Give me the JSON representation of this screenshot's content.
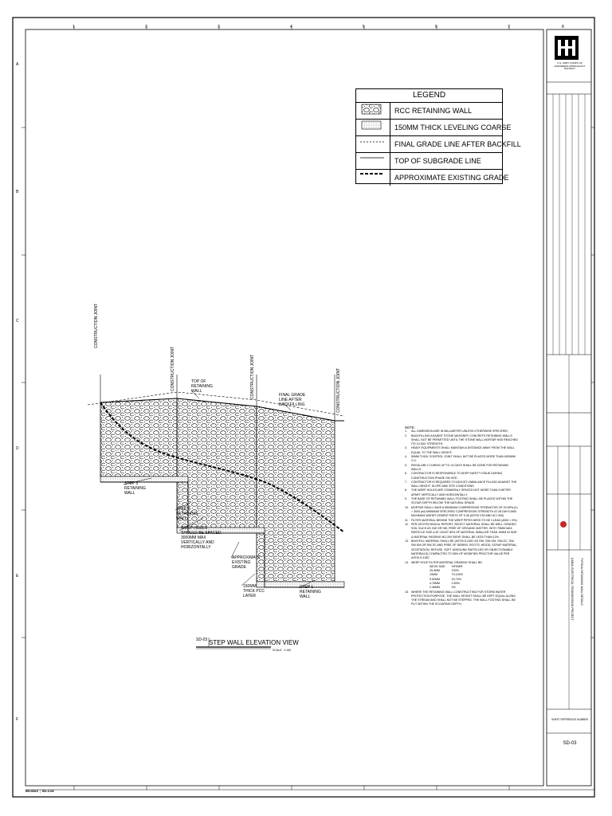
{
  "legend": {
    "title": "LEGEND",
    "items": [
      {
        "symbol": "rcc-hatch",
        "label": "RCC RETAINING WALL"
      },
      {
        "symbol": "dotted-fill",
        "label": "150MM THICK LEVELING COARSE"
      },
      {
        "symbol": "dashed-line",
        "label": "FINAL GRADE LINE AFTER BACKFILL"
      },
      {
        "symbol": "solid-line",
        "label": "TOP OF SUBGRADE LINE"
      },
      {
        "symbol": "heavy-dashed-line",
        "label": "APPROXIMATE EXISTING GRADE"
      }
    ]
  },
  "drawing": {
    "labels": {
      "construction_joint_1": "CONSTRUCTION JOINT",
      "construction_joint_2": "CONSTRUCTION JOINT",
      "construction_joint_3": "CONSTRUCTION JOINT",
      "construction_joint_4": "CONSTRUCTION JOINT",
      "top_of_wall": "TOP OF RETAINING WALL",
      "final_grade": "FINAL GRADE LINE AFTER BACKFILLING",
      "step3": "STEP 3 RETAINING WALL",
      "step2": "STEP 2 RETAINING WALL",
      "step1": "STEP 1 RETAINING WALL",
      "weep_holes": "WEEP HOLES SHOULD BE SPACED 3000MM MAX VERTICALLY AND HORIZONTALLY",
      "existing_grade": "APPROXIMATE EXISTING GRADE",
      "leveling": "150MM THICK PCC LAYER"
    },
    "title": "STEP WALL ELEVATION VIEW",
    "detail_id": "SD-03",
    "scale": "SCALE : 1:150"
  },
  "notes": {
    "heading": "NOTE:",
    "items": [
      "ALL DIMENSION ARE IN MILLIMETER UNLESS OTHERWISE SPECIFIED.",
      "BACKFILLING AGAINST STONE MASONRY CONCRETE RETAINING WALLS SHALL NOT BE PERMITTED UNTIL THE STONE WALL MORTAR HAS REACHED ITS 14 DAY STRENGTH.",
      "HEAVY EQUIPMENTS SHALL MAINTAIN A DISTANCE AWAY FROM THE WALL EQUAL TO THE WALL HEIGHT.",
      "50MM THICK CONTROL JOINT SHALL NOT BE PLACED MORE THAN 6000MM O.C.",
      "REGULARLY CURING UP TO 14 DAYS SHALL BE DONE FOR RETAINING WALLS.",
      "CONTRACTOR IS RESPONSIBLE TO KEEP SAFETY ISSUE DURING CONSTRUCTION PHASE ON SITE.",
      "CONTRACTOR IS REQUIRED TO ADJUST UNBALANCE FILLING AGAINST THE WALL HEIGHT, SLOPE AND SITE CONDITIONS.",
      "THE WEEP HOLES ARE COMMONLY SPACED NOT MORE THAN 3 METER APART VERTICALLY AND HORIZONTALLY.",
      "THE BASE OF RETAINING WALL FOOTING SHALL BE PLACED WITHIN THE SCOUR DEPTH BELOW THE NATURAL GRADE.",
      "MORTAR SHALL HAVE A MINIMUM COMPRESSIVE STRENGTHS OF 20 MPa (f'c = 3000 psi) MINIMUM SPECIFIED COMPRESSIVE STRENGTH AT 28 DAYS AND MAXIMUM WATER CEMENT RATIO OF 0.45 (ASTM C39 AND ACI 318)",
      "FILTER MATERIAL BEHIND THE WEEP PIPES NEED TO BE CLEAN (4000 < 5%)",
      "PER GEOTECHNICAL REPORT, SELECT MATERIAL SHALL BE WELL GRADED SOIL SUCH AS GW OR SW, FREE OF ORGANIC MATTER, WITH 75MM MAX PARTICLE SIZE & AT LEAST 80% OF MATERIAL SMALLER THAN 19MM IN SIZE & MATERIAL PASSING NO.200 SIEVE SHALL BE LESS THAN 12%.",
      "BACKFILL MATERIAL SHALL BE (ASTM D-2487 AS GW, GW-GM, GW-GC, SW, SW-SM OR SW-SC AND FREE OF DEBRIS, ROOTS, WOOD, SCRAP MATERIAL, VEGETATION, REFUSE, SOFT UNSOUND PARTICLES OR OBJECTIONABLE MATERIALS) COMPACTED TO 95% OF MODIFIED PROCTOR VALUE PER ASTM D-1557.",
      "WEEP HOLE FILTER MATERIAL GRADING SHALL BE:"
    ],
    "sieve": {
      "header": [
        "SIEVE SIZE",
        "%FINER"
      ],
      "rows": [
        [
          "25.4MM",
          "100%"
        ],
        [
          "19MM",
          "70-100%"
        ],
        [
          "9.52MM",
          "20-70%"
        ],
        [
          "4.76MM",
          "0-50%"
        ],
        [
          "2.36MM",
          "0%"
        ]
      ]
    },
    "last": "WHERE THE RETAINING WALL CONSTRUCTING FOR STORM WATER PROTECTION PURPOSE, THE WALL HEIGHT SHALL BE KEPT EQUAL ALONG THE STREAM AND SHALL NOT BE STEPPED. THE WALL FOOTING SHALL BE PUT WITHIN THE SCOURING DEPTH."
  },
  "title_block": {
    "agency": "U.S. ARMY CORPS OF ENGINEERS MIDDLE EAST DISTRICT",
    "project": "KABUL ELECTRICAL TRANSMISSION PROJECT",
    "drawing_title": "TYPICAL RETAINING WALL DETAILS",
    "sheet_ref_label": "SHEET REFERENCE NUMBER",
    "sheet_id": "SD-03"
  },
  "grid": {
    "columns": [
      "1",
      "2",
      "3",
      "4",
      "5",
      "6",
      "7",
      "8"
    ],
    "rows": [
      "A",
      "B",
      "C",
      "D",
      "E",
      "F"
    ]
  },
  "footer": {
    "tag": "BH-MAX │ SD-0-08"
  }
}
